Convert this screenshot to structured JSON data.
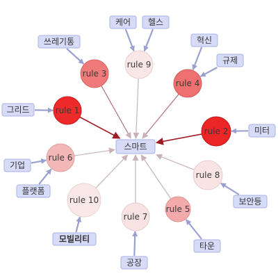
{
  "center": {
    "label": "스마트"
  },
  "rules": [
    {
      "id": "rule1",
      "label": "rule 1",
      "color": "#ee2a2a",
      "stroke": "#c21a1a"
    },
    {
      "id": "rule2",
      "label": "rule 2",
      "color": "#ec2626",
      "stroke": "#c01818"
    },
    {
      "id": "rule3",
      "label": "rule 3",
      "color": "#ef7a7a",
      "stroke": "#d86262"
    },
    {
      "id": "rule4",
      "label": "rule 4",
      "color": "#ef7070",
      "stroke": "#d45a5a"
    },
    {
      "id": "rule5",
      "label": "rule 5",
      "color": "#f2aaaa",
      "stroke": "#df9292"
    },
    {
      "id": "rule6",
      "label": "rule 6",
      "color": "#f3b7b7",
      "stroke": "#e0a0a0"
    },
    {
      "id": "rule7",
      "label": "rule 7",
      "color": "#f9e2e2",
      "stroke": "#e6cccc"
    },
    {
      "id": "rule8",
      "label": "rule 8",
      "color": "#f9e4e4",
      "stroke": "#e6cece"
    },
    {
      "id": "rule9",
      "label": "rule 9",
      "color": "#f9e6e6",
      "stroke": "#e6d0d0"
    },
    {
      "id": "rule10",
      "label": "rule 10",
      "color": "#fae8e8",
      "stroke": "#e8d2d2"
    }
  ],
  "items": [
    {
      "id": "grid",
      "label": "그리드",
      "rule": "rule1",
      "bold": false
    },
    {
      "id": "meter",
      "label": "미터",
      "rule": "rule2",
      "bold": false
    },
    {
      "id": "streaming",
      "label": "쓰레기통",
      "rule": "rule3",
      "bold": false
    },
    {
      "id": "care",
      "label": "케어",
      "rule": "rule9",
      "bold": false
    },
    {
      "id": "health",
      "label": "헬스",
      "rule": "rule9",
      "bold": false
    },
    {
      "id": "innovation",
      "label": "혁신",
      "rule": "rule4",
      "bold": false
    },
    {
      "id": "regulation",
      "label": "규제",
      "rule": "rule4",
      "bold": false
    },
    {
      "id": "company",
      "label": "기업",
      "rule": "rule6",
      "bold": false
    },
    {
      "id": "platform",
      "label": "플랫폼",
      "rule": "rule6",
      "bold": false
    },
    {
      "id": "security",
      "label": "보안등",
      "rule": "rule8",
      "bold": false
    },
    {
      "id": "mobility",
      "label": "모빌리티",
      "rule": "rule10",
      "bold": true
    },
    {
      "id": "factory",
      "label": "공장",
      "rule": "rule7",
      "bold": false
    },
    {
      "id": "town",
      "label": "타운",
      "rule": "rule5",
      "bold": false
    }
  ],
  "colors": {
    "label_fill": "#d6dcf7",
    "label_stroke": "#a9b2e2",
    "in_arrow": "#9aa0cf",
    "out_arrow_light": "#c9b2b6",
    "out_arrow_dark": "#9e1c26"
  }
}
